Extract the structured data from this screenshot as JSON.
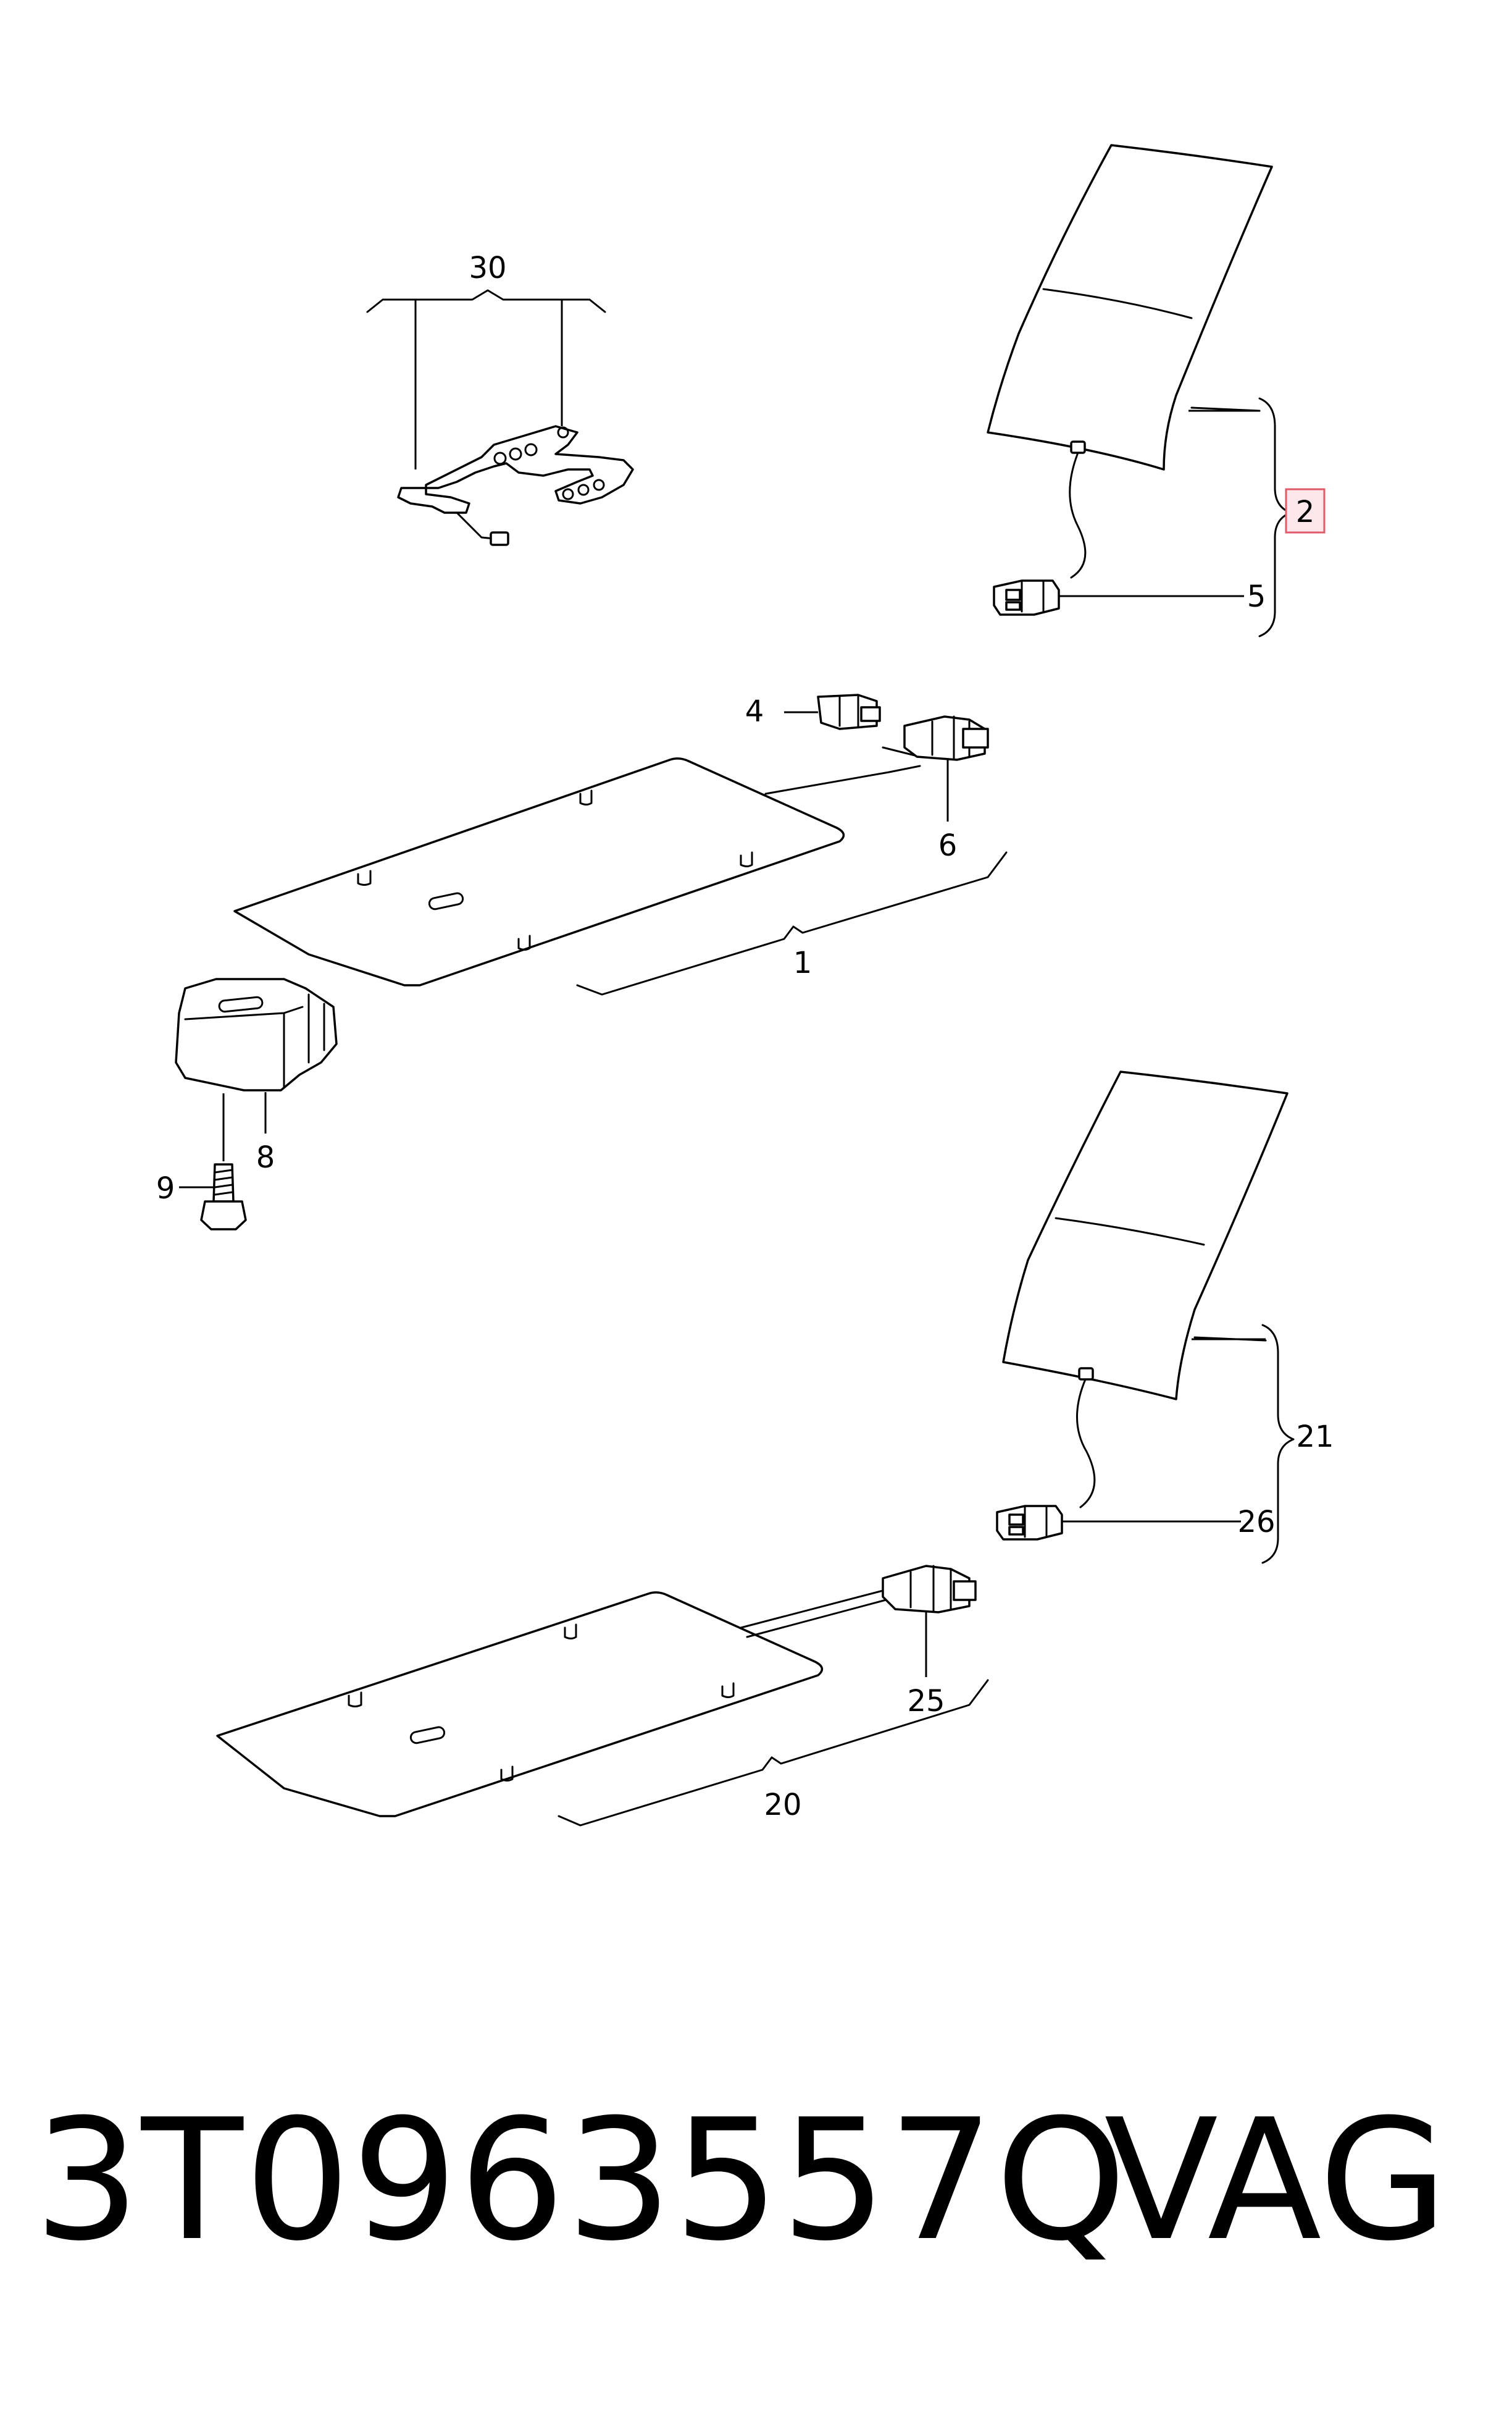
{
  "diagram": {
    "callouts": {
      "c30": "30",
      "c2": "2",
      "c5": "5",
      "c4": "4",
      "c6": "6",
      "c1": "1",
      "c8": "8",
      "c9": "9",
      "c21": "21",
      "c26": "26",
      "c25": "25",
      "c20": "20"
    },
    "highlighted_callout": "2",
    "highlight_color": "#fde7ea",
    "highlight_border_color": "#e05a6a"
  },
  "footer": {
    "part_number": "3T0963557Q",
    "brand": "VAG"
  }
}
